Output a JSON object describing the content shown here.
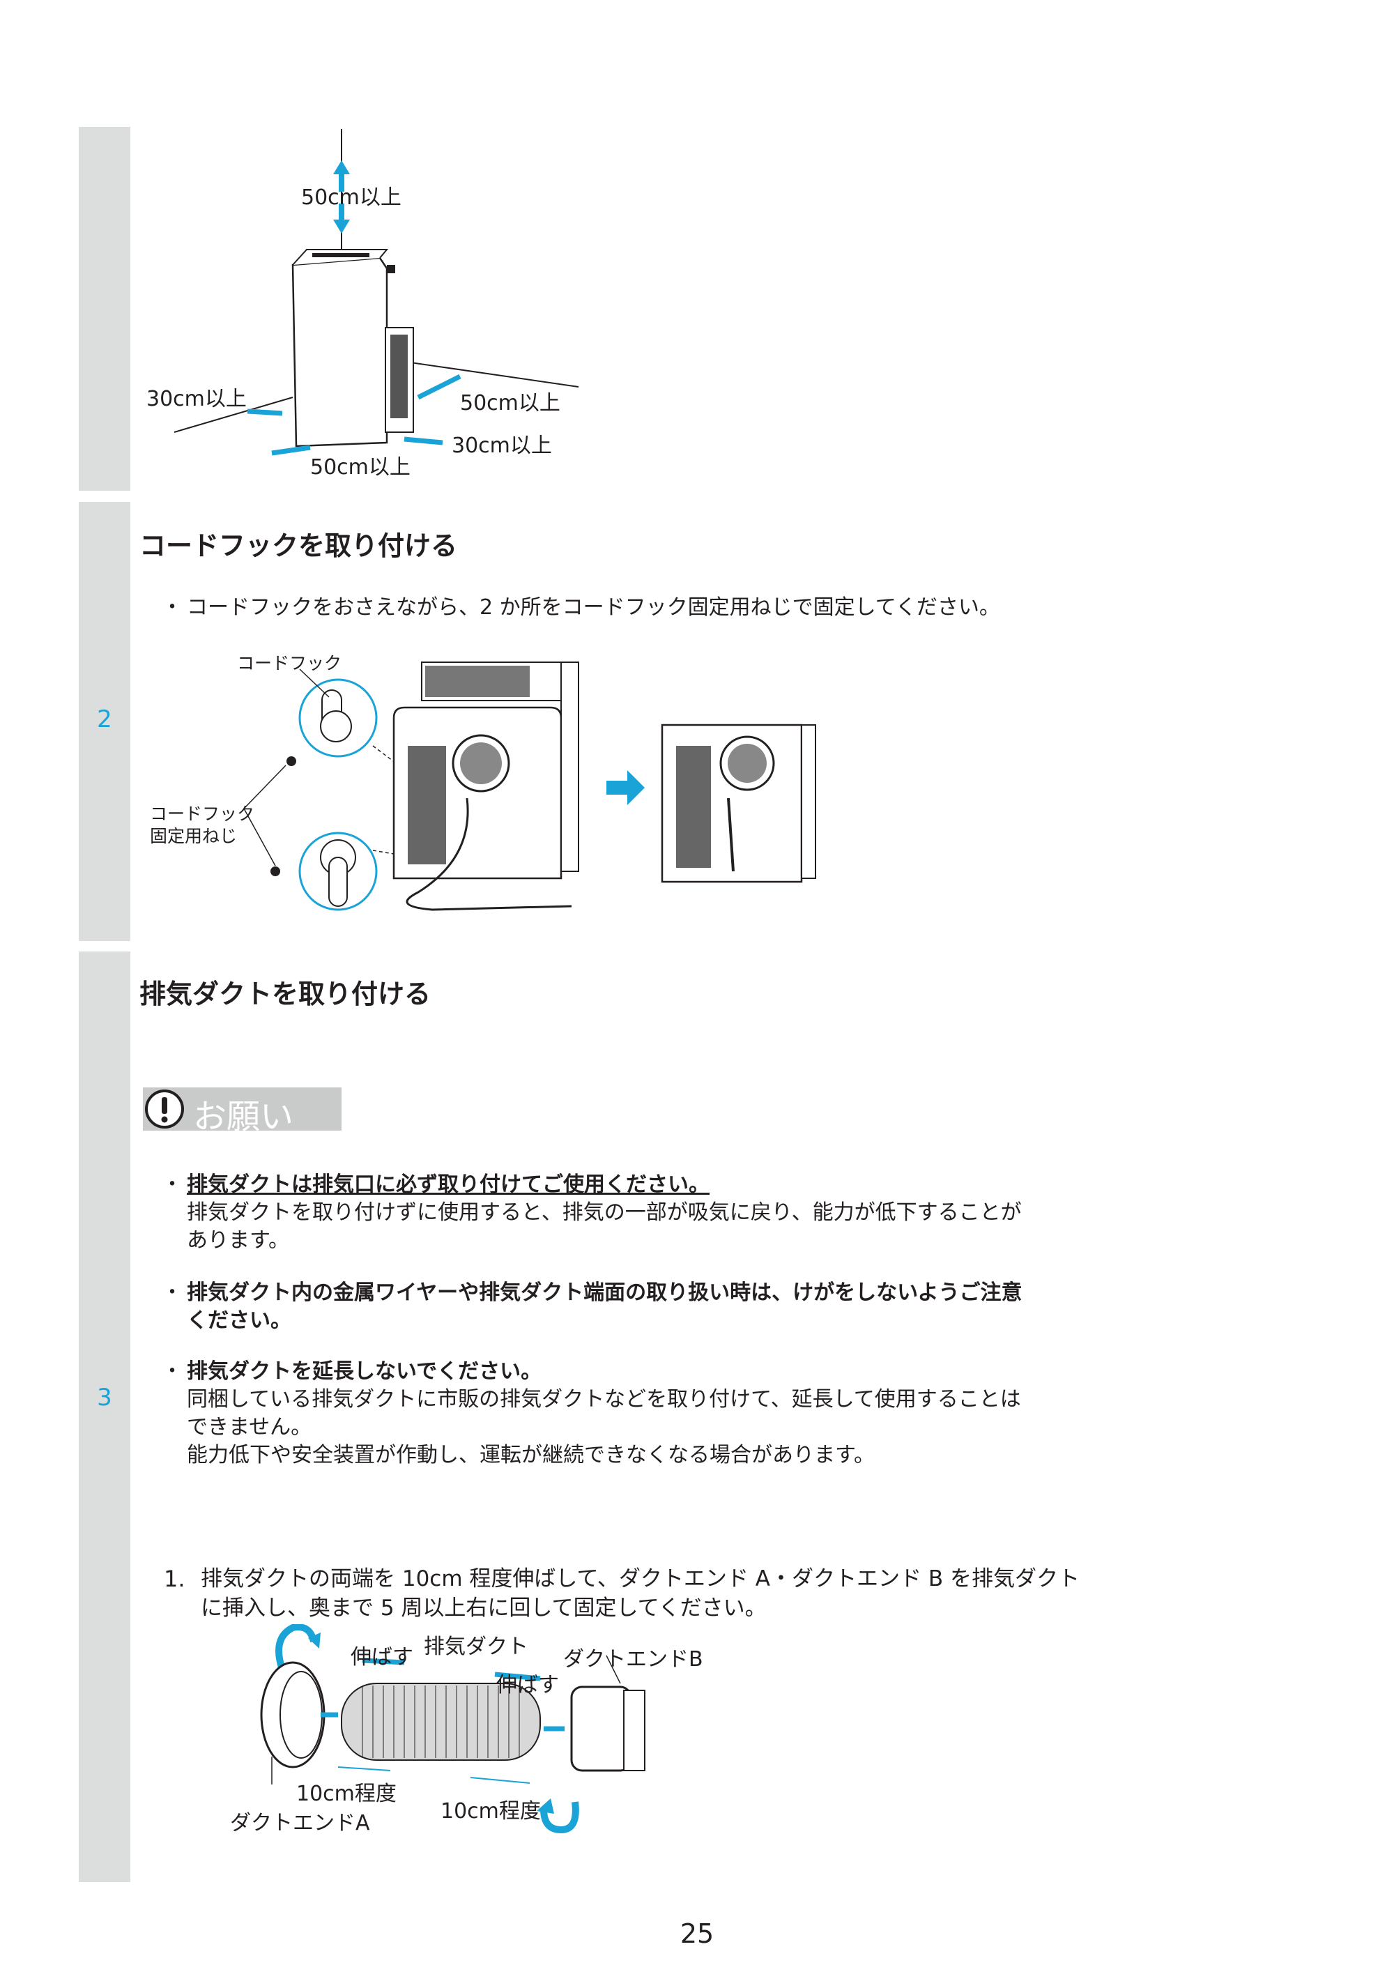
{
  "clearance": {
    "top": "50cm以上",
    "left": "30cm以上",
    "right": "50cm以上",
    "front_right": "30cm以上",
    "front": "50cm以上"
  },
  "step2": {
    "number": "2",
    "title": "コードフックを取り付ける",
    "bullet": "コードフックをおさえながら、2 か所をコードフック固定用ねじで固定してください。",
    "label_hook": "コードフック",
    "label_screw_line1": "コードフック",
    "label_screw_line2": "固定用ねじ"
  },
  "step3": {
    "number": "3",
    "title": "排気ダクトを取り付ける",
    "notice_label": "お願い",
    "notes": [
      {
        "bold": "排気ダクトは排気口に必ず取り付けてご使用ください。",
        "lines": [
          "排気ダクトを取り付けずに使用すると、排気の一部が吸気に戻り、能力が低下することが",
          "あります。"
        ]
      },
      {
        "bold_lines": [
          "排気ダクト内の金属ワイヤーや排気ダクト端面の取り扱い時は、けがをしないようご注意",
          "ください。"
        ]
      },
      {
        "bold": "排気ダクトを延長しないでください。",
        "lines": [
          "同梱している排気ダクトに市販の排気ダクトなどを取り付けて、延長して使用することは",
          "できません。",
          "能力低下や安全装置が作動し、運転が継続できなくなる場合があります。"
        ]
      }
    ],
    "instruction_number": "1.",
    "instruction_lines": [
      "排気ダクトの両端を 10cm 程度伸ばして、ダクトエンド A・ダクトエンド B を排気ダクト",
      "に挿入し、奥まで 5 周以上右に回して固定してください。"
    ],
    "duct_labels": {
      "stretch_left": "伸ばす",
      "duct": "排気ダクト",
      "end_b": "ダクトエンドB",
      "stretch_right": "伸ばす",
      "length_left": "10cm程度",
      "length_right": "10cm程度",
      "end_a": "ダクトエンドA"
    }
  },
  "page_number": "25",
  "bullet_symbol": "・",
  "colors": {
    "accent": "#1aa3d6",
    "sidebar": "#dcdddd",
    "text": "#231f20"
  }
}
